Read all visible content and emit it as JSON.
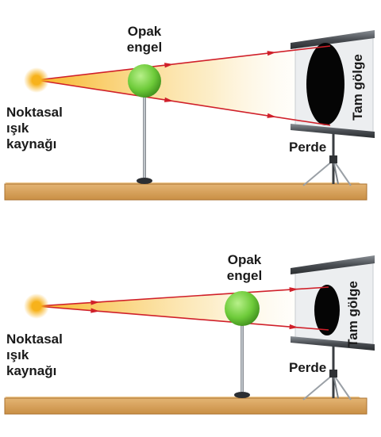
{
  "panels": [
    {
      "source_label": [
        "Noktasal",
        "ışık",
        "kaynağı"
      ],
      "obstacle_label": [
        "Opak",
        "engel"
      ],
      "screen_label": "Perde",
      "shadow_label": "Tam gölge"
    },
    {
      "source_label": [
        "Noktasal",
        "ışık",
        "kaynağı"
      ],
      "obstacle_label": [
        "Opak",
        "engel"
      ],
      "screen_label": "Perde",
      "shadow_label": "Tam gölge"
    }
  ],
  "colors": {
    "ray": "#d0202a",
    "source": "#f7b21b",
    "obstacle": "#6ecb3a",
    "shadow": "#050505",
    "screen": "#eceef0",
    "table": "#d9a35c",
    "table_edge": "#a9712f"
  }
}
